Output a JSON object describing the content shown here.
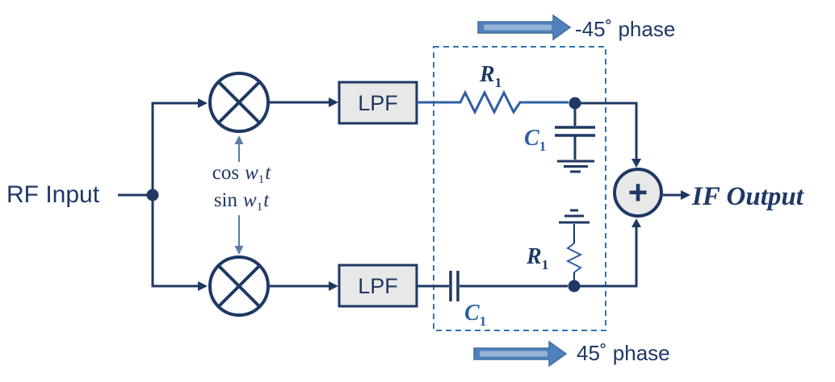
{
  "colors": {
    "navy": "#1f3864",
    "component_blue": "#2e5fa3",
    "lo_arrow_slate": "#5b7ca8",
    "dashed_box_blue": "#2e75b6",
    "phase_arrow_fill": "#4f81bd",
    "phase_arrow_stripe": "#95b3d7",
    "block_fill": "#e8e8e8",
    "background": "#ffffff"
  },
  "labels": {
    "rf_input": "RF Input",
    "if_output": "IF Output",
    "lpf_top": "LPF",
    "lpf_bottom": "LPF",
    "summer_plus": "+",
    "phase_top": "-45˚ phase",
    "phase_bottom": "45˚ phase",
    "lo_cos": {
      "fn": "cos",
      "var": "w",
      "sub": "1",
      "arg": "t"
    },
    "lo_sin": {
      "fn": "sin",
      "var": "w",
      "sub": "1",
      "arg": "t"
    },
    "r1_top": {
      "base": "R",
      "sub": "1"
    },
    "c1_top": {
      "base": "C",
      "sub": "1"
    },
    "r1_bottom": {
      "base": "R",
      "sub": "1"
    },
    "c1_bottom": {
      "base": "C",
      "sub": "1"
    }
  }
}
